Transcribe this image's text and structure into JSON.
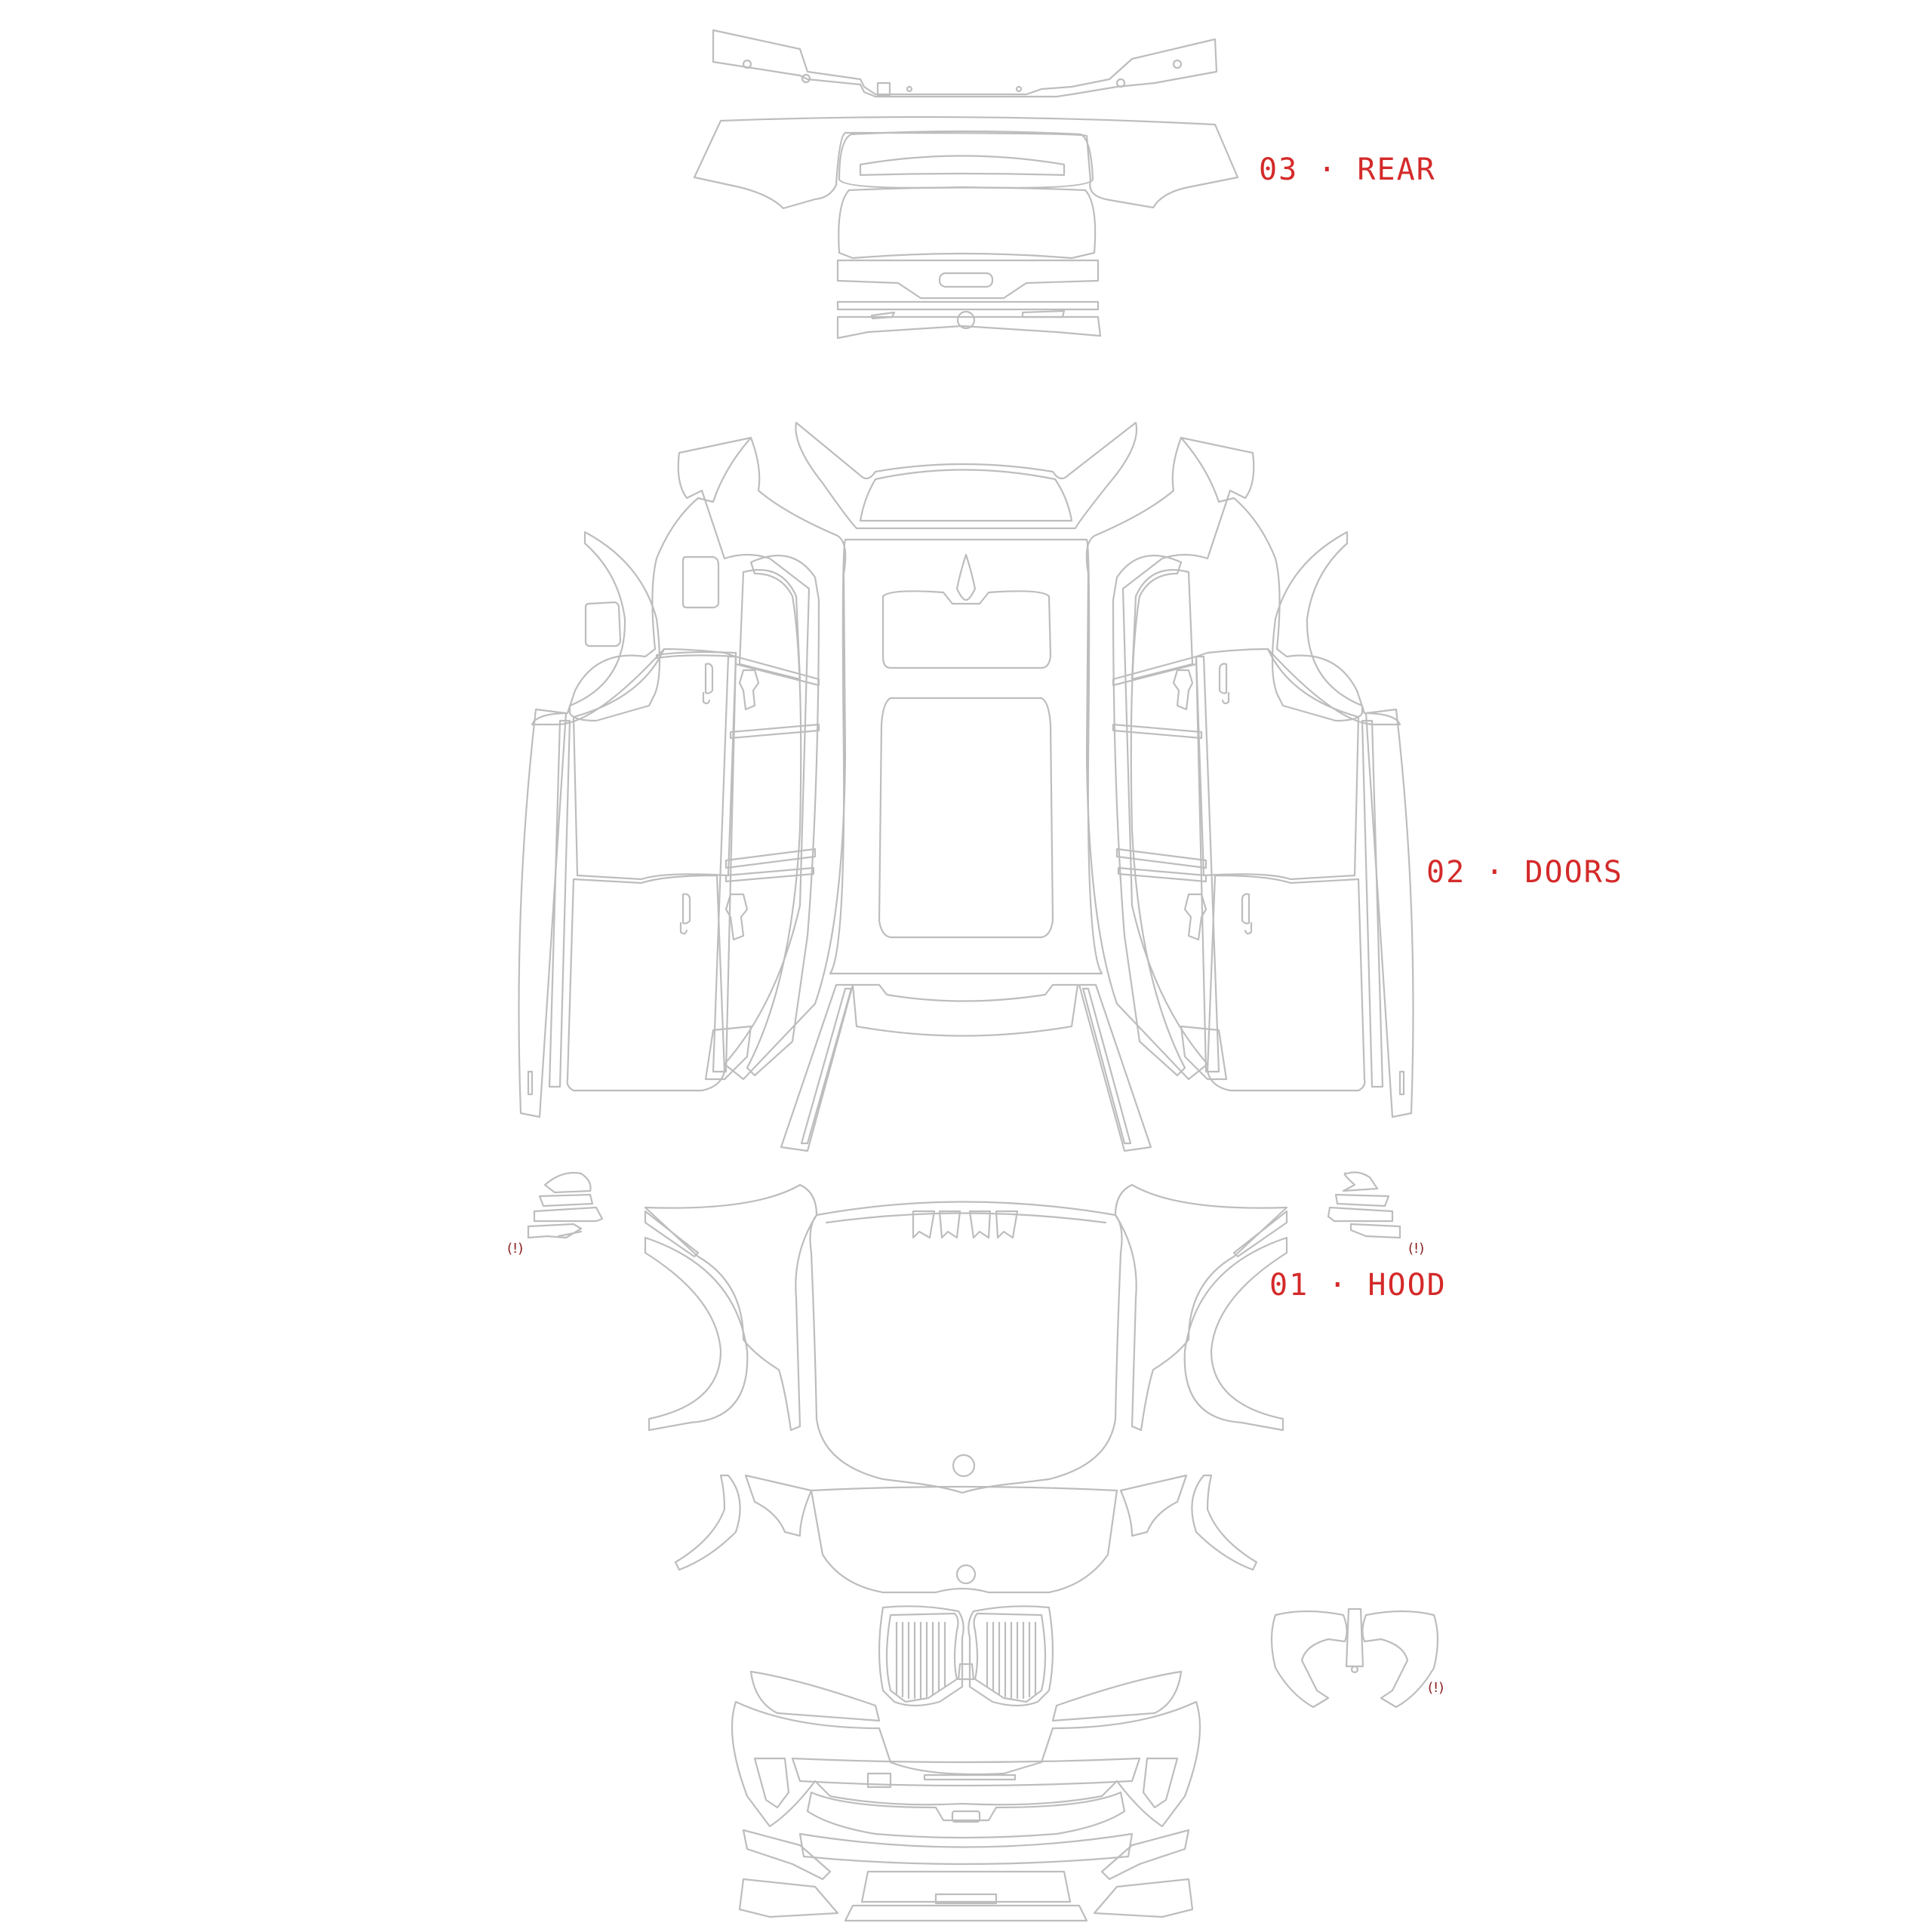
{
  "sections": {
    "rear": {
      "label": "03 · REAR"
    },
    "doors": {
      "label": "02 · DOORS"
    },
    "hood": {
      "label": "01 · HOOD"
    }
  },
  "warnings": {
    "left_mirror": "(!)",
    "right_mirror": "(!)",
    "kidney_grille": "(!)"
  },
  "colors": {
    "outline": "#bdbdbd",
    "section_label": "#d42a2a",
    "warning": "#8a1f1f",
    "background": "#ffffff"
  }
}
